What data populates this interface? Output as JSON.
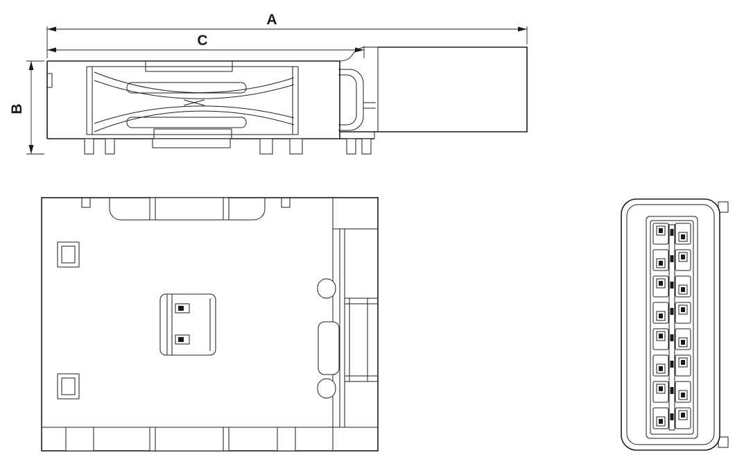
{
  "drawing": {
    "dimension_labels": {
      "a": "A",
      "b": "B",
      "c": "C"
    },
    "colors": {
      "line": "#1a1a1a",
      "background": "#ffffff"
    }
  }
}
